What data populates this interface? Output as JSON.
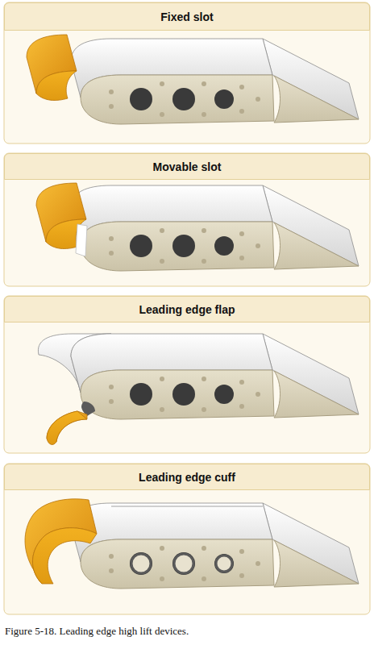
{
  "diagram": {
    "caption": "Figure 5-18. Leading edge high lift devices.",
    "nodes": [
      {
        "text": [
          "Fixed slot"
        ]
      },
      {
        "text": [
          "Movable slot"
        ]
      },
      {
        "text": [
          "Leading edge flap"
        ]
      },
      {
        "text": [
          "Leading edge cuff"
        ]
      }
    ]
  }
}
